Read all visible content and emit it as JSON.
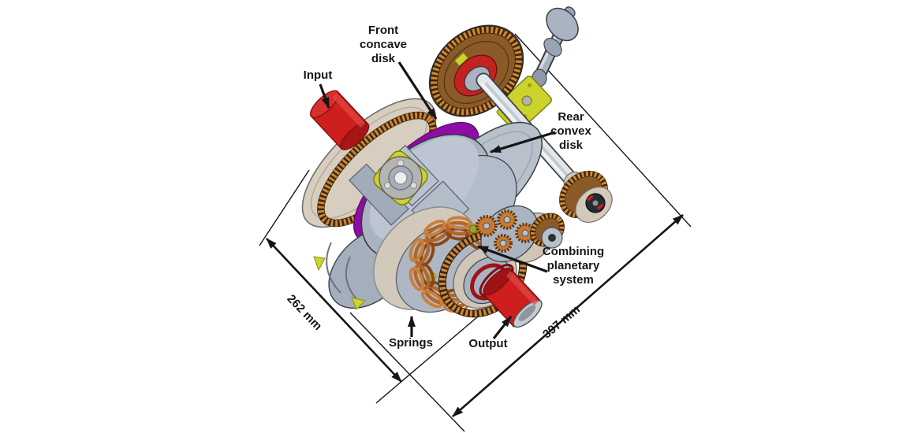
{
  "diagram": {
    "labels": {
      "input": {
        "lines": [
          "Input"
        ]
      },
      "front_disk": {
        "lines": [
          "Front",
          "concave",
          "disk"
        ]
      },
      "rear_disk": {
        "lines": [
          "Rear",
          "convex",
          "disk"
        ]
      },
      "planetary": {
        "lines": [
          "Combining",
          "planetary",
          "system"
        ]
      },
      "springs": {
        "lines": [
          "Springs"
        ]
      },
      "output": {
        "lines": [
          "Output"
        ]
      }
    },
    "dimensions": {
      "width": {
        "text": "262 mm"
      },
      "length": {
        "text": "397 mm"
      }
    },
    "colors": {
      "shaft_red": "#ce1e1e",
      "disk_purple": "#8e0da4",
      "gear_orange": "#c87a30",
      "spring_orange": "#b4662a",
      "flywheel_tan": "#d7cebf",
      "housing_gray": "#aab3c1",
      "accent_yellow": "#ccd32c",
      "annotation_black": "#151515"
    }
  }
}
